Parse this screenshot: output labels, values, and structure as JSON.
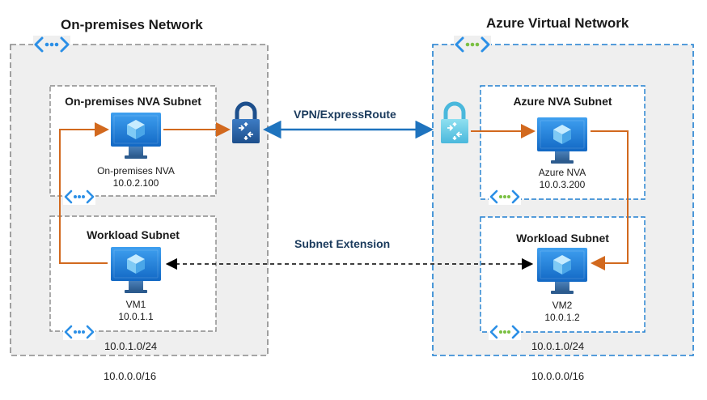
{
  "onprem": {
    "title": "On-premises Network",
    "cidr": "10.0.0.0/16",
    "subnet_cidr_label": "10.0.1.0/24",
    "nva_subnet": {
      "title": "On-premises NVA Subnet",
      "vm_name": "On-premises NVA",
      "vm_ip": "10.0.2.100"
    },
    "workload_subnet": {
      "title": "Workload Subnet",
      "vm_name": "VM1",
      "vm_ip": "10.0.1.1"
    }
  },
  "azure": {
    "title": "Azure Virtual Network",
    "cidr": "10.0.0.0/16",
    "subnet_cidr_label": "10.0.1.0/24",
    "nva_subnet": {
      "title": "Azure NVA Subnet",
      "vm_name": "Azure NVA",
      "vm_ip": "10.0.3.200"
    },
    "workload_subnet": {
      "title": "Workload Subnet",
      "vm_name": "VM2",
      "vm_ip": "10.0.1.2"
    }
  },
  "links": {
    "vpn_label": "VPN/ExpressRoute",
    "subnet_extension_label": "Subnet Extension"
  },
  "colors": {
    "onprem_border": "#8a8a8a",
    "azure_border": "#1e7fd0",
    "route_orange": "#d2691e",
    "vpn_blue": "#1e73be",
    "network_fill": "#efefef",
    "vnet_icon_blue": "#2b8fe6",
    "vnet_icon_green": "#7bc043"
  },
  "icons": [
    "vnet-icon",
    "vm-icon",
    "vpn-gateway-icon"
  ]
}
